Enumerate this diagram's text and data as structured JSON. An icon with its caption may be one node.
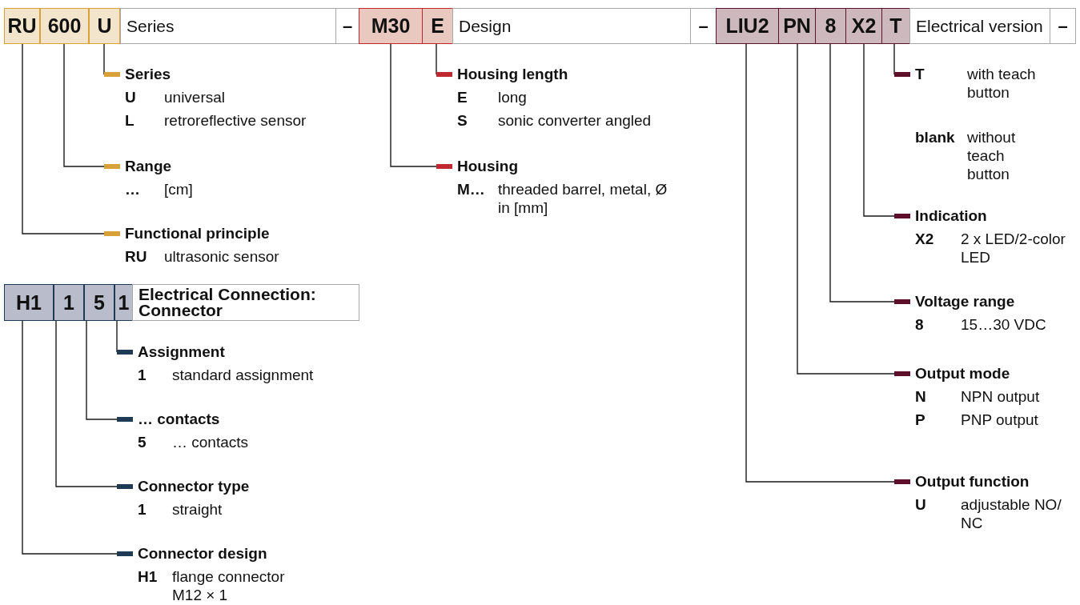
{
  "diagram": {
    "nodes": [
      {
        "text": [
          "RU"
        ]
      },
      {
        "text": [
          "600"
        ]
      },
      {
        "text": [
          "U"
        ]
      },
      {
        "text": [
          "Series"
        ]
      },
      {
        "text": [
          "–"
        ]
      },
      {
        "text": [
          "M30"
        ]
      },
      {
        "text": [
          "E"
        ]
      },
      {
        "text": [
          "Design"
        ]
      },
      {
        "text": [
          "–"
        ]
      },
      {
        "text": [
          "LIU2"
        ]
      },
      {
        "text": [
          "PN"
        ]
      },
      {
        "text": [
          "8"
        ]
      },
      {
        "text": [
          "X2"
        ]
      },
      {
        "text": [
          "T"
        ]
      },
      {
        "text": [
          "Electrical version"
        ]
      },
      {
        "text": [
          "–"
        ]
      },
      {
        "text": [
          "Series",
          "U",
          "universal",
          "L",
          "retroreflective sensor"
        ]
      },
      {
        "text": [
          "Range",
          "…",
          "[cm]"
        ]
      },
      {
        "text": [
          "Functional principle",
          "RU",
          "ultrasonic sensor"
        ]
      },
      {
        "text": [
          "Housing length",
          "E",
          "long",
          "S",
          "sonic converter angled"
        ]
      },
      {
        "text": [
          "Housing",
          "M…",
          "threaded barrel, metal, Ø in [mm]"
        ]
      },
      {
        "text": [
          "T",
          "with teach button"
        ]
      },
      {
        "text": [
          "Indication",
          "X2",
          "2 x LED/2-color LED"
        ]
      },
      {
        "text": [
          "Voltage range",
          "8",
          "15…30 VDC"
        ]
      },
      {
        "text": [
          "Output mode",
          "N",
          "NPN output",
          "P",
          "PNP output"
        ]
      },
      {
        "text": [
          "Output function",
          "U",
          "adjustable NO/ NC"
        ]
      },
      {
        "text": [
          "H1"
        ]
      },
      {
        "text": [
          "1"
        ]
      },
      {
        "text": [
          "5"
        ]
      },
      {
        "text": [
          "1"
        ]
      },
      {
        "text": [
          "Electrical Connection: Connector"
        ]
      },
      {
        "text": [
          "Assignment",
          "1",
          "standard assignment"
        ]
      },
      {
        "text": [
          "… contacts",
          "5",
          "… contacts"
        ]
      },
      {
        "text": [
          "Connector type",
          "1",
          "straight"
        ]
      },
      {
        "text": [
          "Connector design",
          "H1",
          "flange connector M12 × 1"
        ]
      }
    ],
    "edges": [
      {
        "from": 2,
        "to": 16,
        "arrow": "none"
      },
      {
        "from": 1,
        "to": 17,
        "arrow": "none"
      },
      {
        "from": 0,
        "to": 18,
        "arrow": "none"
      },
      {
        "from": 6,
        "to": 19,
        "arrow": "none"
      },
      {
        "from": 5,
        "to": 20,
        "arrow": "none"
      },
      {
        "from": 13,
        "to": 21,
        "arrow": "none"
      },
      {
        "from": 12,
        "to": 22,
        "arrow": "none"
      },
      {
        "from": 11,
        "to": 23,
        "arrow": "none"
      },
      {
        "from": 10,
        "to": 24,
        "arrow": "none"
      },
      {
        "from": 9,
        "to": 25,
        "arrow": "none"
      },
      {
        "from": 29,
        "to": 31,
        "arrow": "none"
      },
      {
        "from": 28,
        "to": 32,
        "arrow": "none"
      },
      {
        "from": 27,
        "to": 33,
        "arrow": "none"
      },
      {
        "from": 26,
        "to": 34,
        "arrow": "none"
      }
    ],
    "labels": [
      "blank",
      "without teach button"
    ]
  }
}
